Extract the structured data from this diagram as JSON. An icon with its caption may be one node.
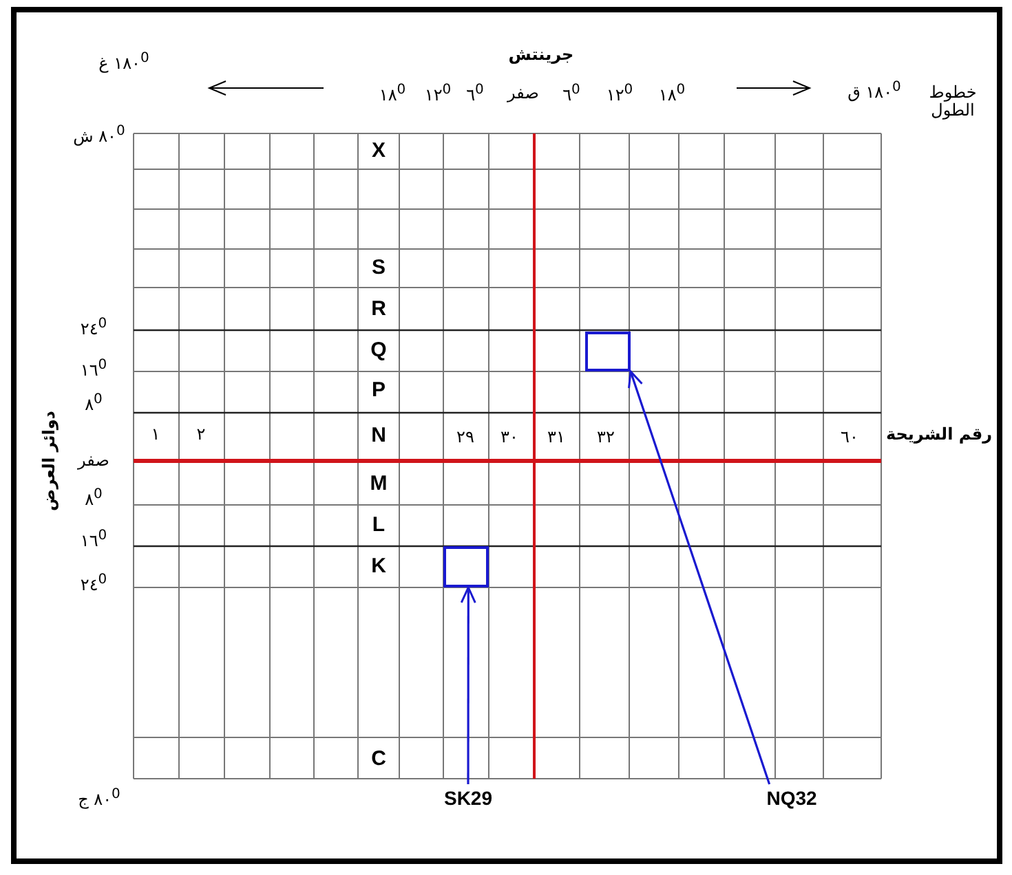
{
  "diagram": {
    "nodes": [
      {
        "text": [],
        "shape": "box"
      },
      {
        "text": [],
        "shape": "box"
      },
      {
        "text": [
          "SK29"
        ]
      },
      {
        "text": [
          "NQ32"
        ]
      }
    ],
    "edges": [
      {
        "from": 2,
        "to": 1,
        "arrow": "to"
      },
      {
        "from": 3,
        "to": 0,
        "arrow": "to"
      }
    ],
    "labels": [
      "جرينتش",
      "١٨٠$^{0}$ غ",
      "١٨$^{0}$",
      "١٢$^{0}$",
      "٦$^{0}$",
      "صفر",
      "٦$^{0}$",
      "١٢$^{0}$",
      "١٨$^{0}$",
      "١٨٠$^{0}$ ق",
      "خطوط الطول",
      "٨٠$^{0}$ ش",
      "X",
      "S",
      "R",
      "Q",
      "P",
      "N",
      "M",
      "L",
      "K",
      "C",
      "٢٤$^{0}$",
      "١٦$^{0}$",
      "٨$^{0}$",
      "صفر",
      "٨$^{0}$",
      "١٦$^{0}$",
      "٢٤$^{0}$",
      "٨٠$^{0}$ ج",
      "دوائر العرض",
      "١",
      "٢",
      "٢٩",
      "٣٠",
      "٣١",
      "٣٢",
      "٦٠",
      "رقم الشريحة"
    ]
  }
}
